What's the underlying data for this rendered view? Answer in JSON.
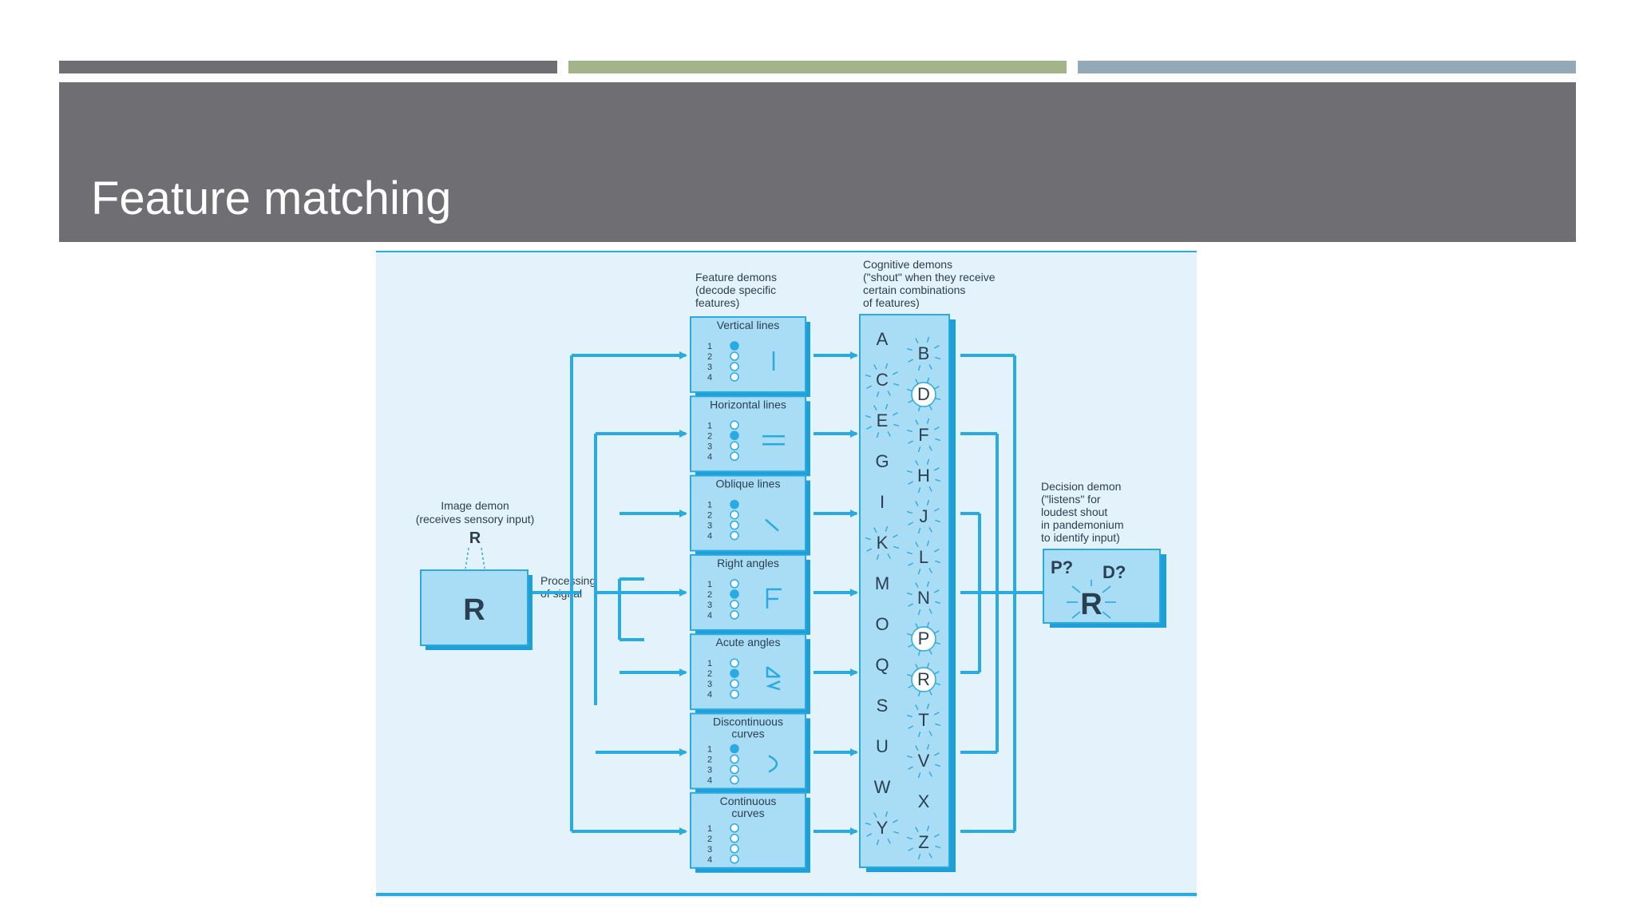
{
  "slide": {
    "title": "Feature matching",
    "colors": {
      "bar_gray": "#6f6e73",
      "bar_green": "#a4b48a",
      "bar_blue": "#93a9b8",
      "figure_bg": "#e4f3fb",
      "accent": "#29abe2",
      "box": "#a9dcf5"
    }
  },
  "diagram": {
    "image_demon": {
      "label_line1": "Image demon",
      "label_line2": "(receives sensory input)",
      "small_letter": "R",
      "box_letter": "R"
    },
    "processing": {
      "line1": "Processing",
      "line2": "of signal"
    },
    "feature_demons": {
      "heading_line1": "Feature demons",
      "heading_line2": "(decode specific",
      "heading_line3": "features)",
      "boxes": [
        {
          "title": "Vertical lines",
          "numbers": [
            "1",
            "2",
            "3",
            "4"
          ],
          "filled": [
            true,
            false,
            false,
            false
          ],
          "glyph": "vertical"
        },
        {
          "title": "Horizontal lines",
          "numbers": [
            "1",
            "2",
            "3",
            "4"
          ],
          "filled": [
            false,
            true,
            false,
            false
          ],
          "glyph": "horizontal"
        },
        {
          "title": "Oblique lines",
          "numbers": [
            "1",
            "2",
            "3",
            "4"
          ],
          "filled": [
            true,
            false,
            false,
            false
          ],
          "glyph": "oblique"
        },
        {
          "title": "Right angles",
          "numbers": [
            "1",
            "2",
            "3",
            "4"
          ],
          "filled": [
            false,
            true,
            false,
            false
          ],
          "glyph": "right-angle"
        },
        {
          "title": "Acute angles",
          "numbers": [
            "1",
            "2",
            "3",
            "4"
          ],
          "filled": [
            false,
            true,
            false,
            false
          ],
          "glyph": "acute-angle"
        },
        {
          "title": "Discontinuous",
          "title2": "curves",
          "numbers": [
            "1",
            "2",
            "3",
            "4"
          ],
          "filled": [
            true,
            false,
            false,
            false
          ],
          "glyph": "discontinuous-curve"
        },
        {
          "title": "Continuous",
          "title2": "curves",
          "numbers": [
            "1",
            "2",
            "3",
            "4"
          ],
          "filled": [
            false,
            false,
            false,
            false
          ],
          "glyph": "none"
        }
      ]
    },
    "cognitive_demons": {
      "heading_line1": "Cognitive demons",
      "heading_line2": "(\"shout\" when they receive",
      "heading_line3": "certain combinations",
      "heading_line4": "of features)",
      "letters": [
        {
          "letter": "A",
          "col": "left"
        },
        {
          "letter": "B",
          "col": "right"
        },
        {
          "letter": "C",
          "col": "left"
        },
        {
          "letter": "D",
          "col": "right",
          "circled": true
        },
        {
          "letter": "E",
          "col": "left"
        },
        {
          "letter": "F",
          "col": "right"
        },
        {
          "letter": "G",
          "col": "left"
        },
        {
          "letter": "H",
          "col": "right"
        },
        {
          "letter": "I",
          "col": "left"
        },
        {
          "letter": "J",
          "col": "right"
        },
        {
          "letter": "K",
          "col": "left"
        },
        {
          "letter": "L",
          "col": "right"
        },
        {
          "letter": "M",
          "col": "left"
        },
        {
          "letter": "N",
          "col": "right"
        },
        {
          "letter": "O",
          "col": "left"
        },
        {
          "letter": "P",
          "col": "right",
          "circled": true
        },
        {
          "letter": "Q",
          "col": "left"
        },
        {
          "letter": "R",
          "col": "right",
          "circled": true
        },
        {
          "letter": "S",
          "col": "left"
        },
        {
          "letter": "T",
          "col": "right"
        },
        {
          "letter": "U",
          "col": "left"
        },
        {
          "letter": "V",
          "col": "right"
        },
        {
          "letter": "W",
          "col": "left"
        },
        {
          "letter": "X",
          "col": "right"
        },
        {
          "letter": "Y",
          "col": "left"
        },
        {
          "letter": "Z",
          "col": "right"
        }
      ]
    },
    "decision_demon": {
      "label_line1": "Decision demon",
      "label_line2": "(\"listens\" for",
      "label_line3": "loudest shout",
      "label_line4": "in pandemonium",
      "label_line5": "to identify input)",
      "guess1": "P?",
      "guess2": "D?",
      "result": "R"
    }
  }
}
